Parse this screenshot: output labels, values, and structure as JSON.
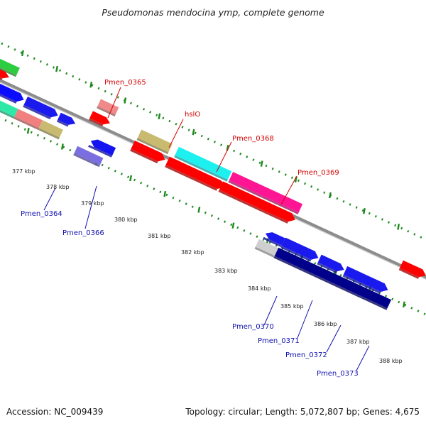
{
  "title": "Pseudomonas mendocina ymp, complete genome",
  "footer": {
    "accession": "Accession: NC_009439",
    "summary": "Topology: circular; Length: 5,072,807 bp; Genes: 4,675"
  },
  "colors": {
    "backbone": "#8c8c8c",
    "tick": "#1f8a1f",
    "label_top": "#d40000",
    "label_bottom": "#1010b0",
    "scale_text": "#222222"
  },
  "scale_ticks": [
    "377 kbp",
    "378 kbp",
    "379 kbp",
    "380 kbp",
    "381 kbp",
    "382 kbp",
    "383 kbp",
    "384 kbp",
    "385 kbp",
    "386 kbp",
    "387 kbp",
    "388 kbp"
  ],
  "gene_labels_top": [
    "Pmen_0365",
    "hslO",
    "Pmen_0368",
    "Pmen_0369"
  ],
  "gene_labels_bottom": [
    "Pmen_0364",
    "Pmen_0366",
    "Pmen_0370",
    "Pmen_0371",
    "Pmen_0372",
    "Pmen_0373"
  ]
}
